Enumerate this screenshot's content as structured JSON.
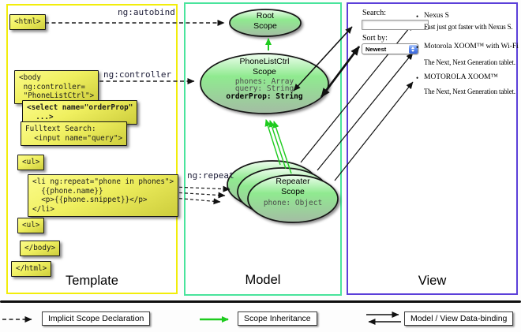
{
  "panels": {
    "template": {
      "title": "Template"
    },
    "model": {
      "title": "Model"
    },
    "view": {
      "title": "View"
    }
  },
  "annotations": {
    "autobind": "ng:autobind",
    "controller": "ng:controller",
    "repeat": "ng:repeat"
  },
  "template": {
    "boxes": [
      {
        "name": "html-open",
        "text": "<html>"
      },
      {
        "name": "body-open",
        "text": "<body\n ng:controller=\n \"PhoneListCtrl\">"
      },
      {
        "name": "select-orderprop",
        "text": "<select name=\"orderProp\"\n  ...>"
      },
      {
        "name": "fulltext-search",
        "text": "Fulltext Search:\n  <input name=\"query\">"
      },
      {
        "name": "ul-open",
        "text": "<ul>"
      },
      {
        "name": "li-repeat",
        "text": "<li ng:repeat=\"phone in phones\">\n  {{phone.name}}\n  <p>{{phone.snippet}}</p>\n</li>"
      },
      {
        "name": "ul-close",
        "text": "<ul>"
      },
      {
        "name": "body-close",
        "text": "</body>"
      },
      {
        "name": "html-close",
        "text": "</html>"
      }
    ]
  },
  "model": {
    "root_scope": {
      "line1": "Root",
      "line2": "Scope"
    },
    "phonelist_scope": {
      "line1": "PhoneListCtrl",
      "line2": "Scope",
      "prop1": "phones: Array",
      "prop2": "query: String",
      "prop3": "orderProp: String"
    },
    "repeater_scope": {
      "line1": "Repeater",
      "line2": "Scope",
      "prop1": "phone: Object"
    }
  },
  "view": {
    "search_label": "Search:",
    "search_value": "",
    "sort_label": "Sort by:",
    "sort_value": "Newest",
    "bullet": "•",
    "items": [
      {
        "name": "Nexus S",
        "desc": "Fast just got faster with Nexus S."
      },
      {
        "name": "Motorola XOOM™ with Wi-Fi",
        "desc": "The Next, Next Generation tablet."
      },
      {
        "name": "MOTOROLA XOOM™",
        "desc": "The Next, Next Generation tablet."
      }
    ]
  },
  "legend": {
    "items": [
      {
        "label": "Implicit Scope Declaration"
      },
      {
        "label": "Scope Inheritance"
      },
      {
        "label": "Model / View Data-binding"
      }
    ]
  },
  "colors": {
    "template_border": "#f2ed0a",
    "model_border": "#49e49c",
    "view_border": "#5b3fd9",
    "code_box_fill": "#f0f060",
    "scope_fill_green": "#90ea90",
    "inheritance_green": "#1ecb1e",
    "arrow_black": "#111111"
  }
}
